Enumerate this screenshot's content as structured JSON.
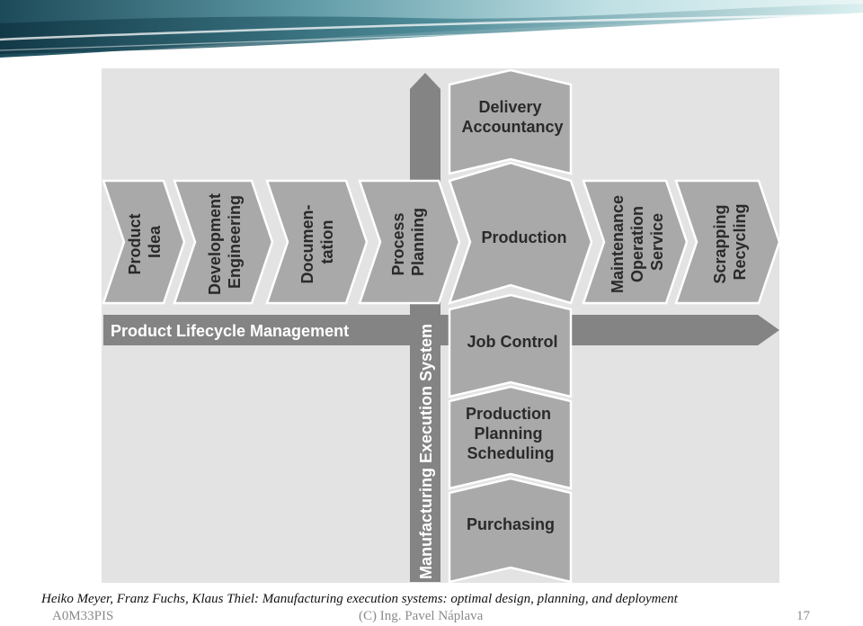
{
  "diagram": {
    "stages": {
      "product_idea": [
        "Product",
        "Idea"
      ],
      "development": [
        "Development",
        "Engineering"
      ],
      "documentation": [
        "Documen-",
        "tation"
      ],
      "process_planning": [
        "Process",
        "Planning"
      ],
      "production": "Production",
      "maintenance": [
        "Maintenance",
        "Operation",
        "Service"
      ],
      "scrapping": [
        "Scrapping",
        "Recycling"
      ]
    },
    "mes_boxes": {
      "delivery": [
        "Delivery",
        "Accountancy"
      ],
      "job_control": "Job Control",
      "pps": [
        "Production",
        "Planning",
        "Scheduling"
      ],
      "purchasing": "Purchasing"
    },
    "plm_label": "Product Lifecycle Management",
    "mes_label": "Manufacturing Execution System",
    "colors": {
      "box_fill": "#a9a9a9",
      "arrow_fill": "#848484",
      "panel_bg": "#e3e3e3"
    }
  },
  "citation": "Heiko Meyer, Franz Fuchs, Klaus Thiel: Manufacturing execution systems: optimal design, planning, and deployment",
  "footer": {
    "course": "A0M33PIS",
    "author": "(C) Ing. Pavel Náplava",
    "page": "17"
  }
}
